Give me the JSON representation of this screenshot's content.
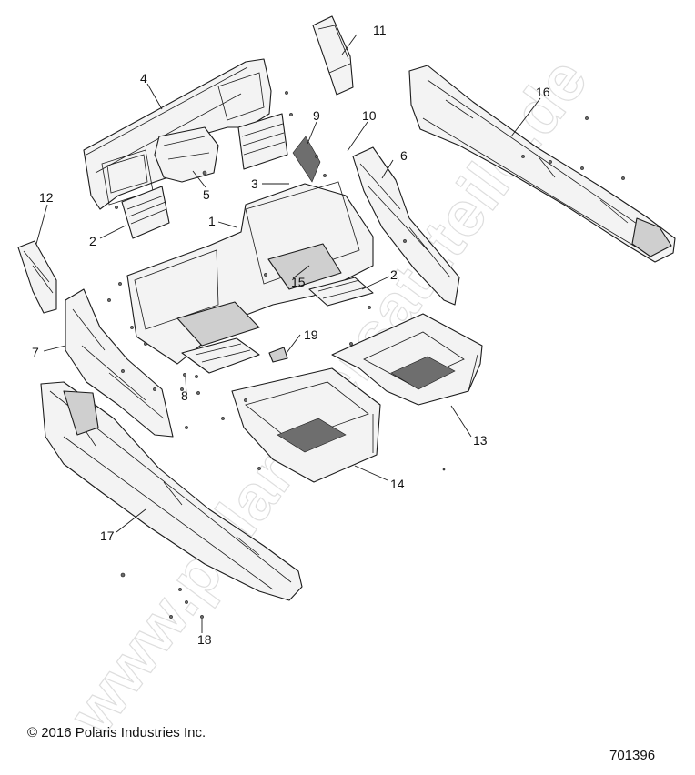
{
  "watermark": "www.polaris-ersatzteile.de",
  "copyright": "© 2016 Polaris Industries Inc.",
  "diagram_id": "701396",
  "callouts": [
    {
      "id": "c4",
      "label": "4"
    },
    {
      "id": "c11",
      "label": "11"
    },
    {
      "id": "c9",
      "label": "9"
    },
    {
      "id": "c10",
      "label": "10"
    },
    {
      "id": "c16",
      "label": "16"
    },
    {
      "id": "c12",
      "label": "12"
    },
    {
      "id": "c5",
      "label": "5"
    },
    {
      "id": "c3",
      "label": "3"
    },
    {
      "id": "c6",
      "label": "6"
    },
    {
      "id": "c1",
      "label": "1"
    },
    {
      "id": "c2a",
      "label": "2"
    },
    {
      "id": "c2b",
      "label": "2"
    },
    {
      "id": "c15",
      "label": "15"
    },
    {
      "id": "c7",
      "label": "7"
    },
    {
      "id": "c19",
      "label": "19"
    },
    {
      "id": "c8",
      "label": "8"
    },
    {
      "id": "c13",
      "label": "13"
    },
    {
      "id": "c14",
      "label": "14"
    },
    {
      "id": "c17",
      "label": "17"
    },
    {
      "id": "c18",
      "label": "18"
    }
  ]
}
